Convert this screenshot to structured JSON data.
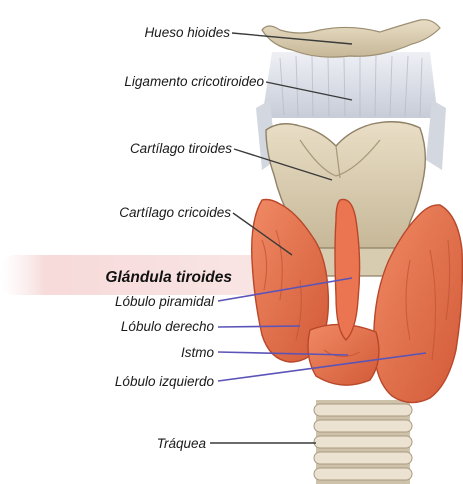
{
  "labels": {
    "hyoid": "Hueso hioides",
    "cricothyroid_ligament": "Ligamento cricotiroideo",
    "thyroid_cartilage": "Cartílago tiroides",
    "cricoid_cartilage": "Cartílago cricoides",
    "thyroid_gland": "Glándula tiroides",
    "pyramidal_lobe": "Lóbulo piramidal",
    "right_lobe": "Lóbulo derecho",
    "isthmus": "Istmo",
    "left_lobe": "Lóbulo izquierdo",
    "trachea": "Tráquea"
  },
  "colors": {
    "gland": "#e8714a",
    "gland_dark": "#b9472a",
    "cartilage": "#ddd0b4",
    "cartilage_dark": "#9c8e72",
    "ligament": "#d9dde6",
    "trachea": "#e6dccb",
    "leader_blue": "#5b54b8"
  }
}
